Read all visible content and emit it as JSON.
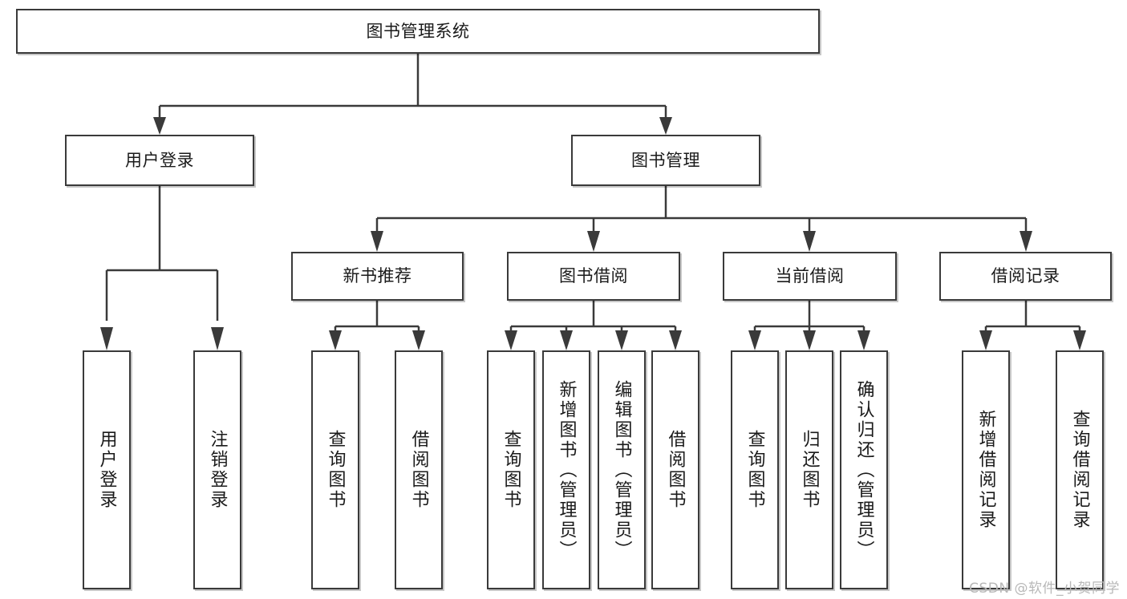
{
  "diagram": {
    "type": "tree-hierarchy",
    "title": "图书管理系统",
    "watermark": "CSDN @软件_小贺同学",
    "colors": {
      "box_border": "#3a3a3a",
      "box_fill": "#ffffff",
      "text": "#1a1a1a",
      "connector": "#3a3a3a",
      "watermark": "#b8b8b8",
      "background": "#ffffff"
    },
    "nodes": {
      "root": {
        "label": "图书管理系统",
        "level": 0
      },
      "level1": [
        {
          "id": "user-login",
          "label": "用户登录"
        },
        {
          "id": "book-manage",
          "label": "图书管理"
        }
      ],
      "level2": [
        {
          "id": "new-book-recommend",
          "label": "新书推荐",
          "parent": "book-manage"
        },
        {
          "id": "book-borrow",
          "label": "图书借阅",
          "parent": "book-manage"
        },
        {
          "id": "current-borrow",
          "label": "当前借阅",
          "parent": "book-manage"
        },
        {
          "id": "borrow-record",
          "label": "借阅记录",
          "parent": "book-manage"
        }
      ],
      "leaves": [
        {
          "id": "leaf-user-login",
          "label": "用户登录",
          "parent": "user-login"
        },
        {
          "id": "leaf-logout-login",
          "label": "注销登录",
          "parent": "user-login"
        },
        {
          "id": "leaf-query-book-1",
          "label": "查询图书",
          "parent": "new-book-recommend"
        },
        {
          "id": "leaf-borrow-book-1",
          "label": "借阅图书",
          "parent": "new-book-recommend"
        },
        {
          "id": "leaf-query-book-2",
          "label": "查询图书",
          "parent": "book-borrow"
        },
        {
          "id": "leaf-add-book",
          "label": "新增图书（管理员）",
          "parent": "book-borrow"
        },
        {
          "id": "leaf-edit-book",
          "label": "编辑图书（管理员）",
          "parent": "book-borrow"
        },
        {
          "id": "leaf-borrow-book-2",
          "label": "借阅图书",
          "parent": "book-borrow"
        },
        {
          "id": "leaf-query-book-3",
          "label": "查询图书",
          "parent": "current-borrow"
        },
        {
          "id": "leaf-return-book",
          "label": "归还图书",
          "parent": "current-borrow"
        },
        {
          "id": "leaf-confirm-return",
          "label": "确认归还（管理员）",
          "parent": "current-borrow"
        },
        {
          "id": "leaf-add-record",
          "label": "新增借阅记录",
          "parent": "borrow-record"
        },
        {
          "id": "leaf-query-record",
          "label": "查询借阅记录",
          "parent": "borrow-record"
        }
      ]
    }
  }
}
